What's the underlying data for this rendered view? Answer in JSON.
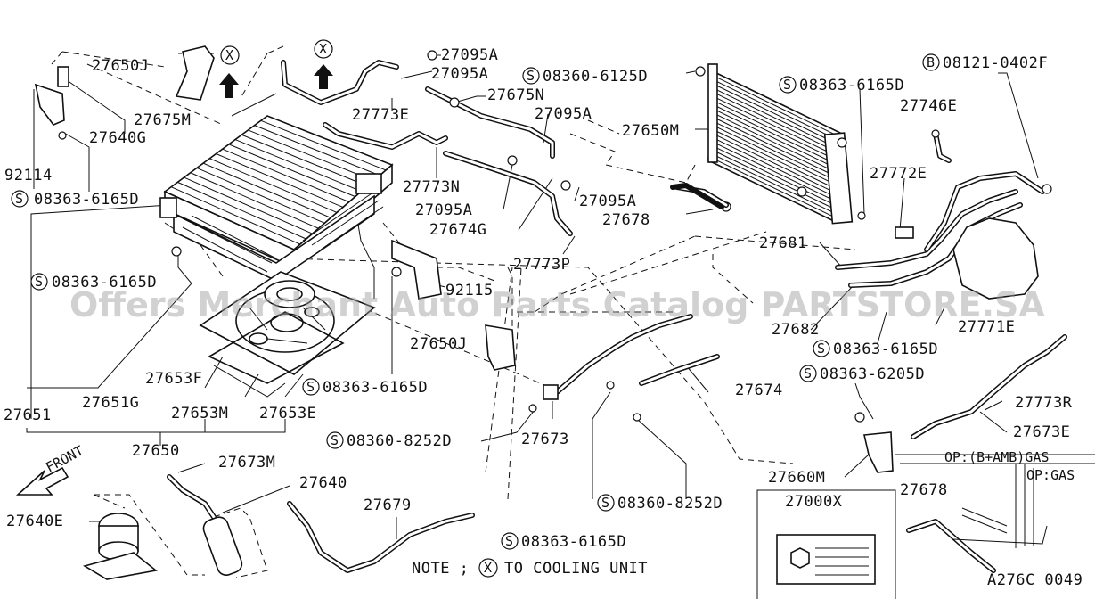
{
  "watermark": "Offers Merchant Auto Parts Catalog PARTSTORE.SA",
  "diagram_code": "A276C 0049",
  "note": {
    "prefix": "NOTE ;",
    "symbol": "X",
    "text": "TO COOLING UNIT"
  },
  "front_label": "FRONT",
  "cooling_unit_marks": [
    "X",
    "X"
  ],
  "inset": {
    "line1": "OP:(B+AMB)GAS",
    "line2": "OP:GAS",
    "part": "27678"
  },
  "label_box": {
    "part": "27000X"
  },
  "screw_symbol": "S",
  "bolt_symbol": "B",
  "parts": {
    "p27650J_top": "27650J",
    "p27640G": "27640G",
    "p92114": "92114",
    "p08363_6165D_a": "08363-6165D",
    "p27675M": "27675M",
    "p27095A_a": "27095A",
    "p27095A_b": "27095A",
    "p27675N": "27675N",
    "p08360_6125D": "08360-6125D",
    "p27773E": "27773E",
    "p27095A_c": "27095A",
    "p27650M": "27650M",
    "p08363_6165D_b": "08363-6165D",
    "p08121_0402F": "08121-0402F",
    "p27746E": "27746E",
    "p27773N": "27773N",
    "p27095A_d": "27095A",
    "p27095A_e": "27095A",
    "p27674G": "27674G",
    "p27678": "27678",
    "p27772E": "27772E",
    "p27681": "27681",
    "p27773P": "27773P",
    "p08363_6165D_c": "08363-6165D",
    "p92115": "92115",
    "p27682": "27682",
    "p27771E": "27771E",
    "p08363_6165D_d": "08363-6165D",
    "p27650J_mid": "27650J",
    "p08363_6205D": "08363-6205D",
    "p27653F": "27653F",
    "p27674": "27674",
    "p08363_6165D_e": "08363-6165D",
    "p27773R": "27773R",
    "p27651": "27651",
    "p27651G": "27651G",
    "p27653M": "27653M",
    "p27653E": "27653E",
    "p27673E": "27673E",
    "p08360_8252D_a": "08360-8252D",
    "p27673": "27673",
    "p27650": "27650",
    "p27660M": "27660M",
    "p27673M": "27673M",
    "p27640": "27640",
    "p27640E": "27640E",
    "p27679": "27679",
    "p08360_8252D_b": "08360-8252D",
    "p08363_6165D_f": "08363-6165D"
  }
}
